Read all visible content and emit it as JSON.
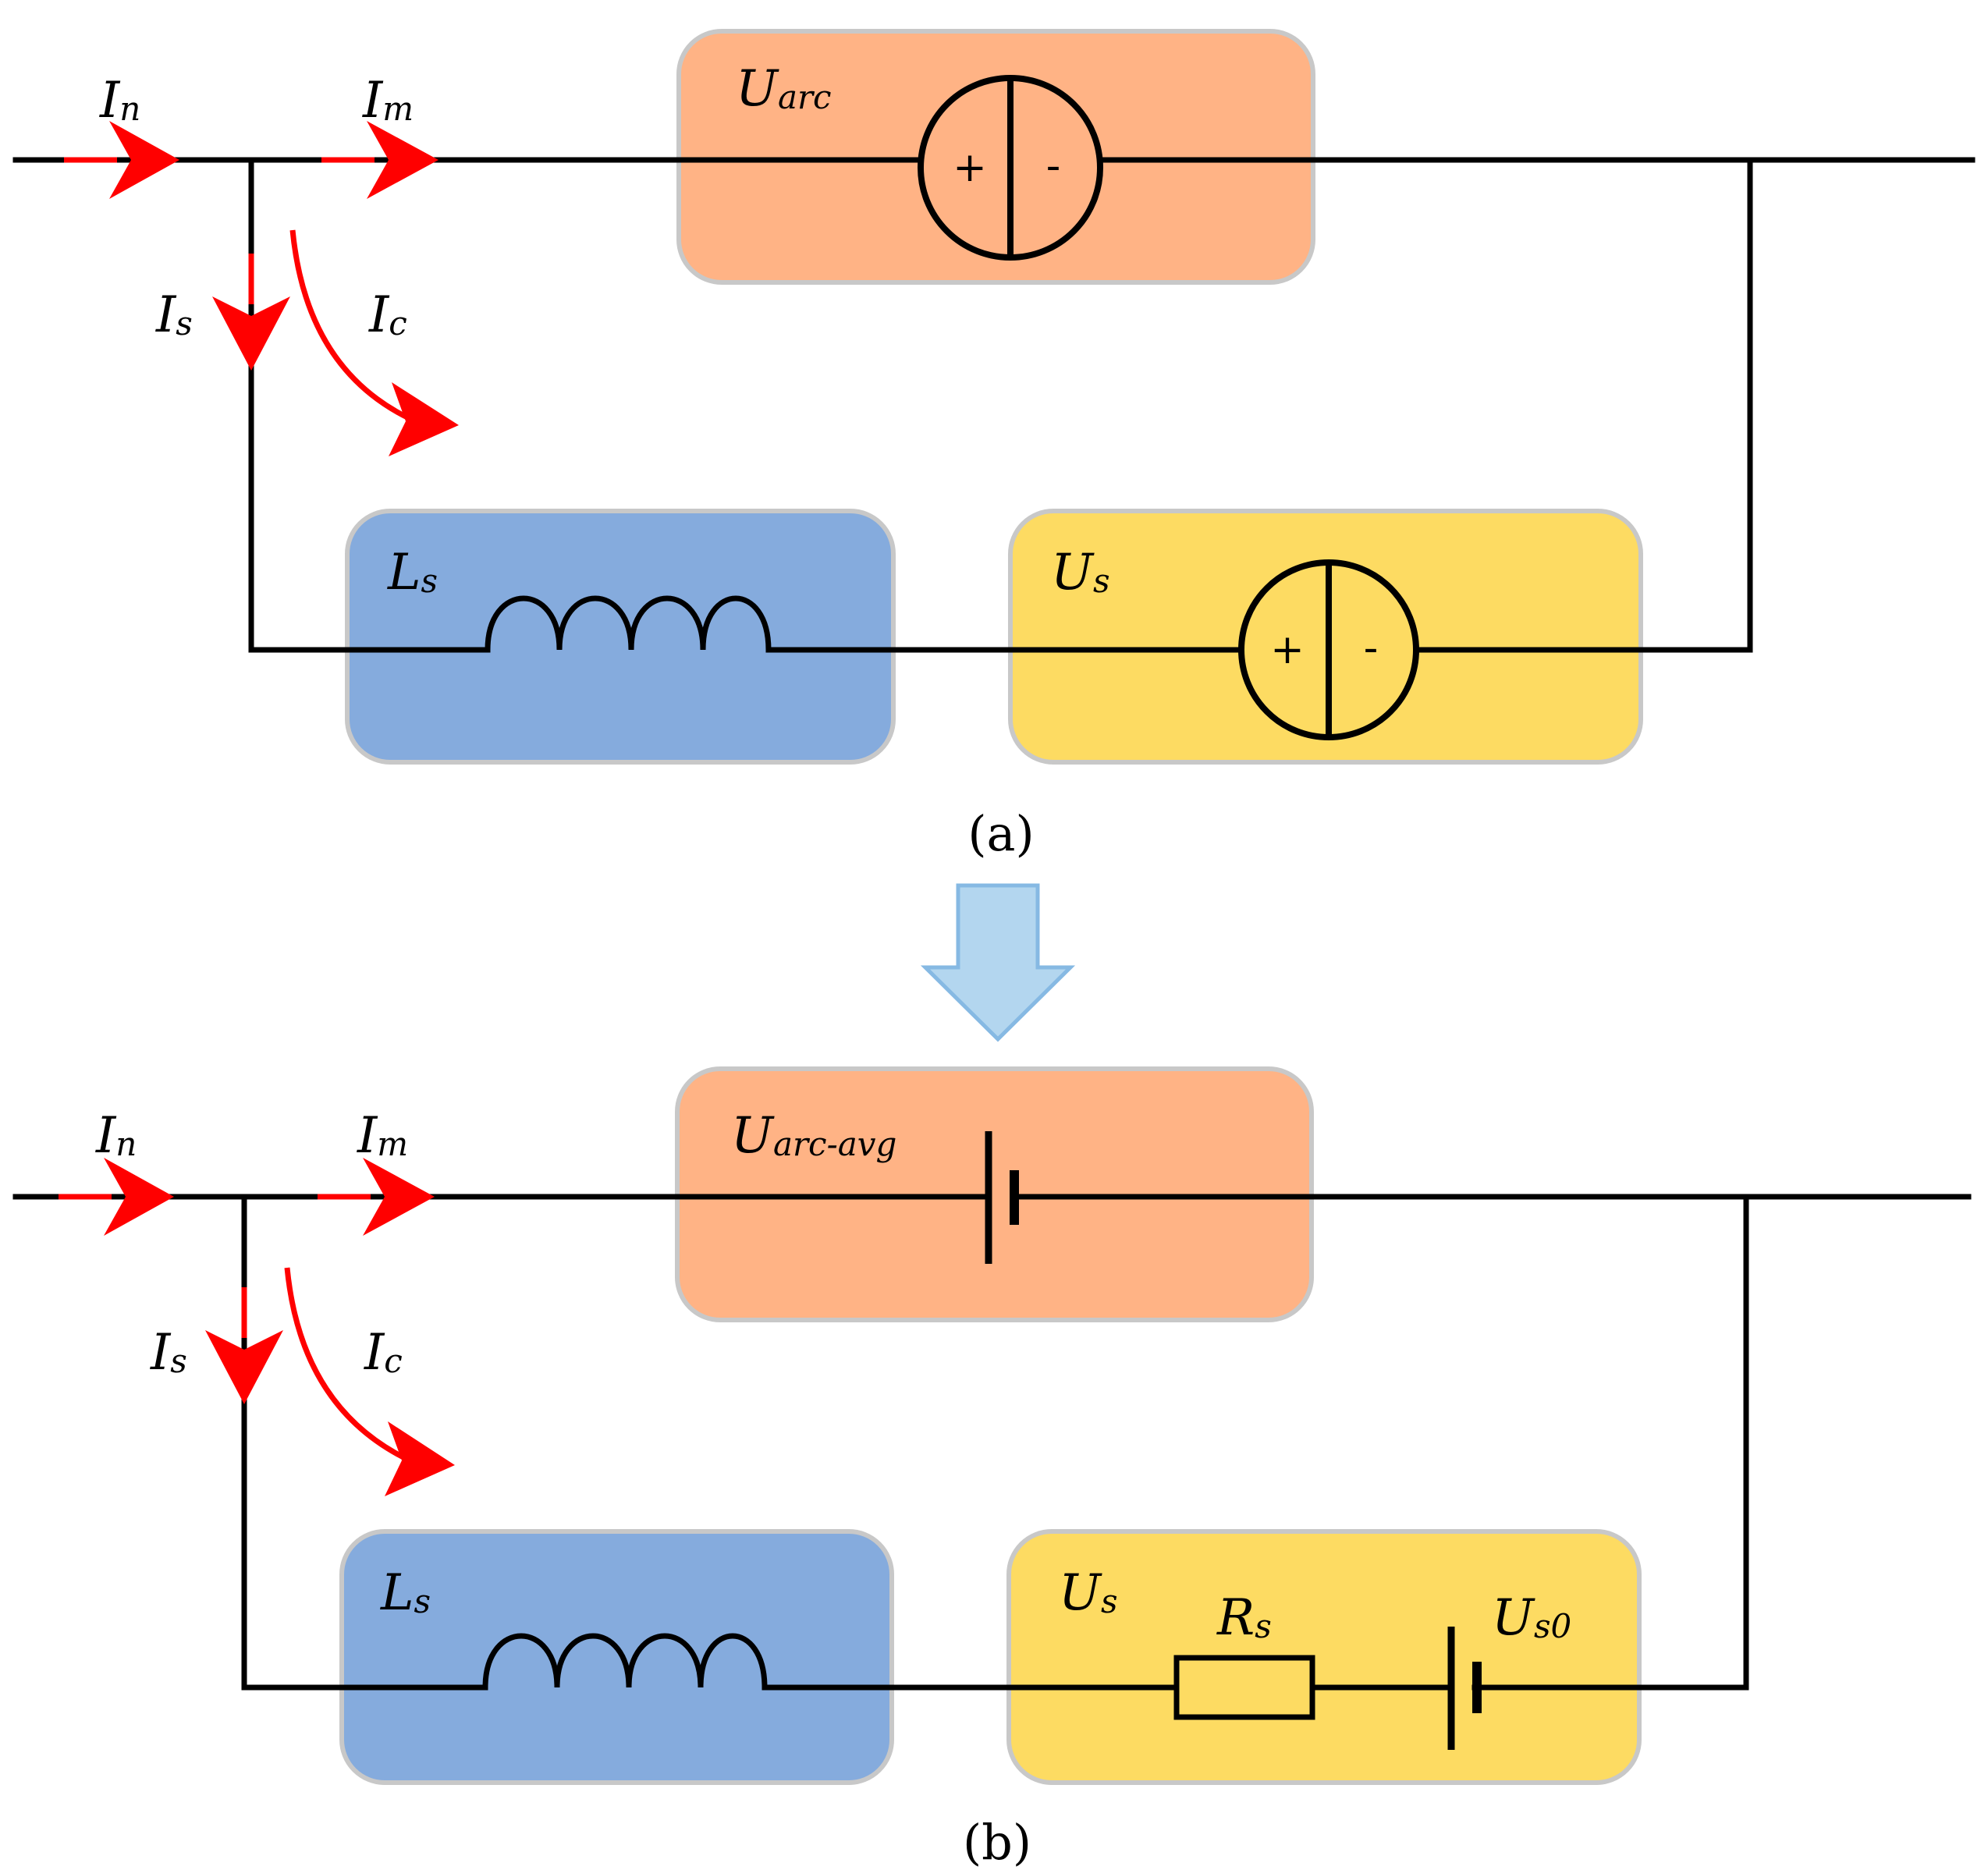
{
  "colors": {
    "arc_box": "#ffb385",
    "inductor_box": "#85abdd",
    "source_box": "#fddb62",
    "current_arrow": "#ff0000",
    "transition_arrow": "#b3d6ef",
    "transition_arrow_border": "#86b9e3",
    "wire": "#000000"
  },
  "diagram_a": {
    "caption": "(a)",
    "currents": {
      "in": {
        "base": "I",
        "sub": "n"
      },
      "im": {
        "base": "I",
        "sub": "m"
      },
      "is": {
        "base": "I",
        "sub": "s"
      },
      "ic": {
        "base": "I",
        "sub": "c"
      }
    },
    "arc_source": {
      "base": "U",
      "sub": "arc",
      "plus": "+",
      "minus": "-"
    },
    "inductor": {
      "base": "L",
      "sub": "s"
    },
    "series_source": {
      "base": "U",
      "sub": "s",
      "plus": "+",
      "minus": "-"
    }
  },
  "diagram_b": {
    "caption": "(b)",
    "currents": {
      "in": {
        "base": "I",
        "sub": "n"
      },
      "im": {
        "base": "I",
        "sub": "m"
      },
      "is": {
        "base": "I",
        "sub": "s"
      },
      "ic": {
        "base": "I",
        "sub": "c"
      }
    },
    "arc_source": {
      "base": "U",
      "sub": "arc-avg"
    },
    "inductor": {
      "base": "L",
      "sub": "s"
    },
    "series_source": {
      "base": "U",
      "sub": "s"
    },
    "resistor": {
      "base": "R",
      "sub": "s"
    },
    "battery": {
      "base": "U",
      "sub": "s0"
    }
  }
}
